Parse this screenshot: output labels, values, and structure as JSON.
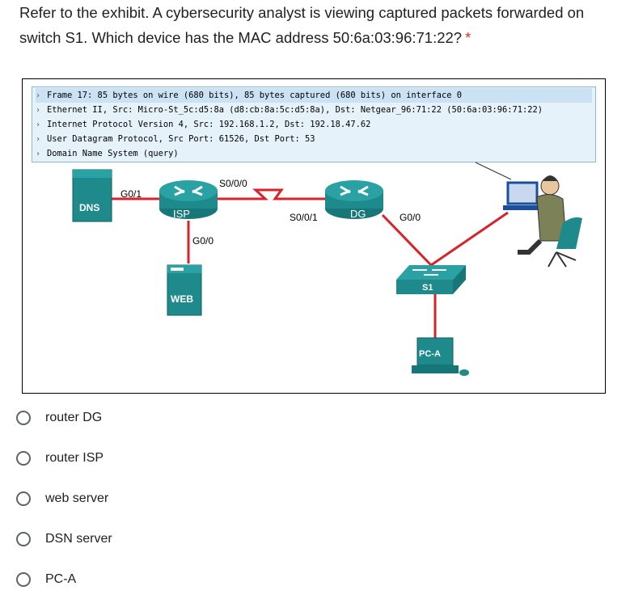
{
  "question": {
    "text": "Refer to the exhibit. A cybersecurity analyst is viewing captured packets forwarded on switch S1. Which device has the MAC address 50:6a:03:96:71:22?",
    "required_marker": "*"
  },
  "packet_details": [
    "Frame 17: 85 bytes on wire (680 bits), 85 bytes captured (680 bits) on interface 0",
    "Ethernet II, Src: Micro-St_5c:d5:8a (d8:cb:8a:5c:d5:8a), Dst: Netgear_96:71:22 (50:6a:03:96:71:22)",
    "Internet Protocol Version 4, Src: 192.168.1.2, Dst: 192.18.47.62",
    "User Datagram Protocol, Src Port: 61526, Dst Port: 53",
    "Domain Name System (query)"
  ],
  "topology": {
    "dns_label": "DNS",
    "isp_label": "ISP",
    "dg_label": "DG",
    "web_label": "WEB",
    "switch_label": "S1",
    "pc_label": "PC-A",
    "isp_g01": "G0/1",
    "isp_s000": "S0/0/0",
    "isp_g00": "G0/0",
    "dg_s001": "S0/0/1",
    "dg_g00": "G0/0"
  },
  "options": [
    "router DG",
    "router ISP",
    "web server",
    "DSN server",
    "PC-A"
  ],
  "colors": {
    "link_red": "#d9222a",
    "device_teal": "#1e8a8c",
    "required": "#d93025"
  }
}
